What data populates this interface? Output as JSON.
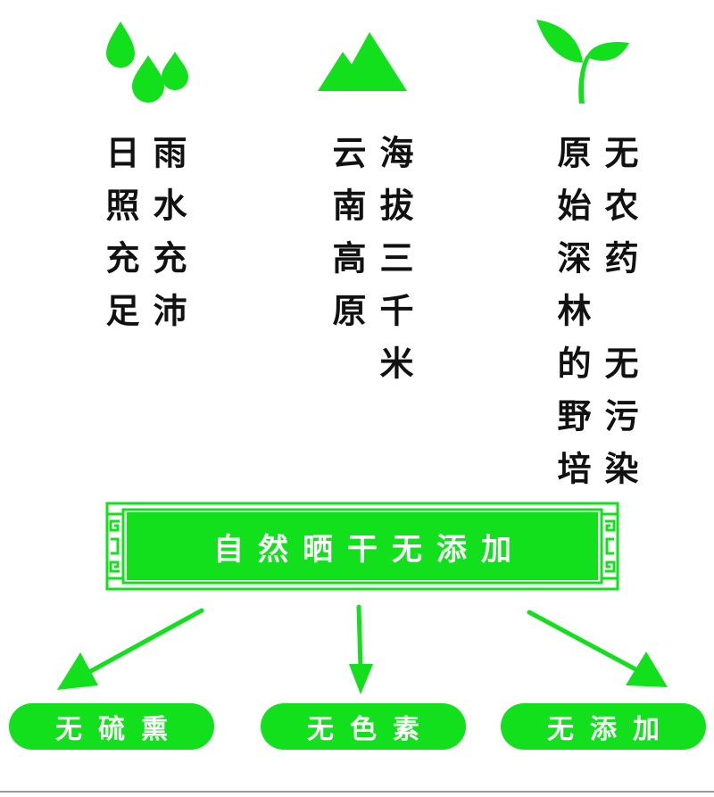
{
  "colors": {
    "accent": "#13e01c",
    "text": "#111111"
  },
  "icons": {
    "rain": "water-drops-icon",
    "mountain": "mountain-icon",
    "sprout": "sprout-icon"
  },
  "columns": {
    "rain": {
      "right": "雨水充沛",
      "left": "日照充足"
    },
    "mountain": {
      "right": "海拔三千米",
      "left": "云南高原"
    },
    "sprout": {
      "right": "无农药　无污染",
      "left": "原始深林的野培"
    }
  },
  "banner": {
    "text": "自然晒干无添加"
  },
  "pills": [
    "无硫熏",
    "无色素",
    "无添加"
  ]
}
